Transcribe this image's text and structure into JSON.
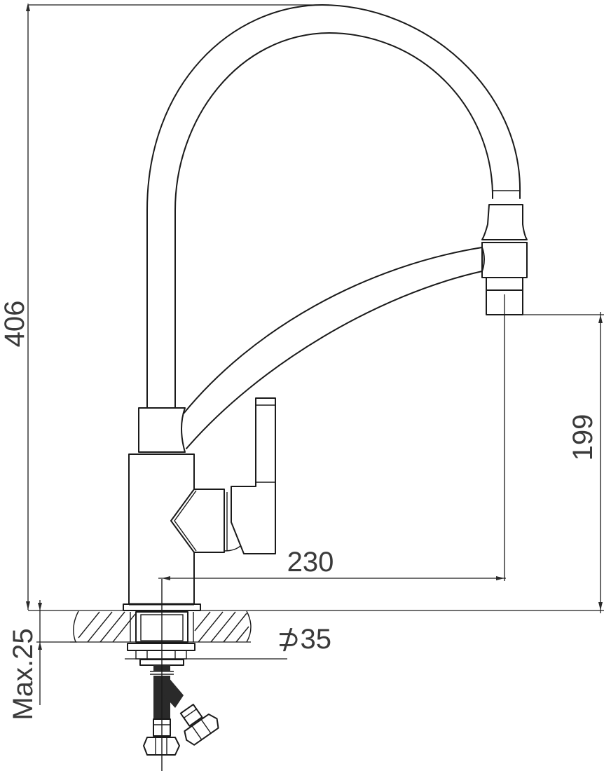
{
  "drawing": {
    "subject": "Kitchen faucet with pull-out spout and flexible supply hoses",
    "units": "mm",
    "line_color": "#1a1a1a",
    "background": "#ffffff"
  },
  "dimensions": {
    "overall_height": {
      "label": "406",
      "orientation": "vertical"
    },
    "spout_outlet_height": {
      "label": "199",
      "orientation": "vertical"
    },
    "spout_reach": {
      "label": "230",
      "orientation": "horizontal"
    },
    "mounting_hole_diameter": {
      "label": "⊅35",
      "orientation": "horizontal"
    },
    "max_countertop_thickness": {
      "label": "Max.25",
      "orientation": "vertical"
    }
  }
}
